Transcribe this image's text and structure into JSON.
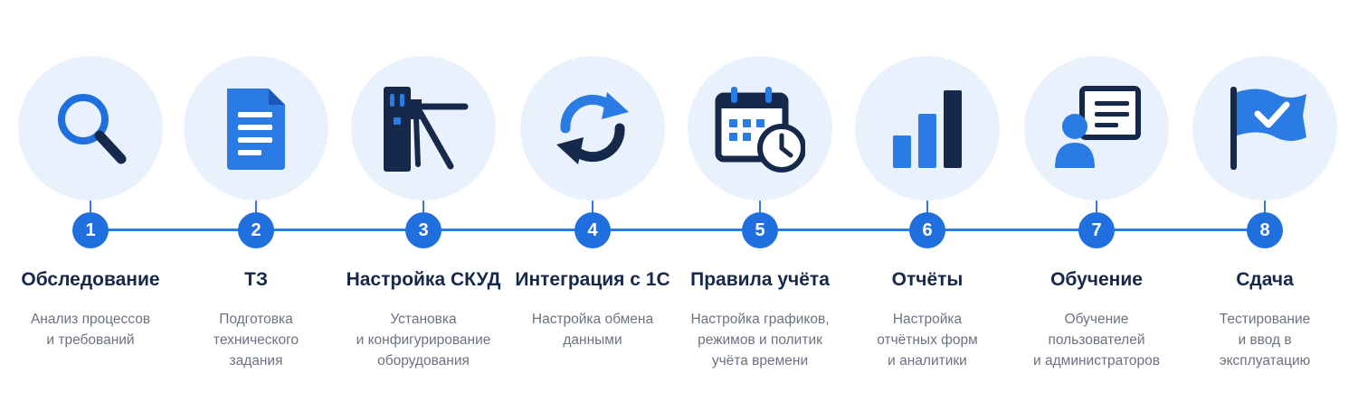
{
  "colors": {
    "accent": "#1f6fde",
    "dark": "#16294a",
    "circle_bg": "#e9f2fc",
    "muted_text": "#6b7280"
  },
  "steps": [
    {
      "number": "1",
      "title": "Обследование",
      "desc": [
        "Анализ процессов",
        "и требований"
      ],
      "icon": "search-icon"
    },
    {
      "number": "2",
      "title": "ТЗ",
      "desc": [
        "Подготовка",
        "технического",
        "задания"
      ],
      "icon": "document-icon"
    },
    {
      "number": "3",
      "title": "Настройка СКУД",
      "desc": [
        "Установка",
        "и конфигурирование",
        "оборудования"
      ],
      "icon": "turnstile-icon"
    },
    {
      "number": "4",
      "title": "Интеграция с 1С",
      "desc": [
        "Настройка обмена",
        "данными"
      ],
      "icon": "sync-icon"
    },
    {
      "number": "5",
      "title": "Правила учёта",
      "desc": [
        "Настройка графиков,",
        "режимов и политик",
        "учёта времени"
      ],
      "icon": "calendar-clock-icon"
    },
    {
      "number": "6",
      "title": "Отчёты",
      "desc": [
        "Настройка",
        "отчётных форм",
        "и аналитики"
      ],
      "icon": "bar-chart-icon"
    },
    {
      "number": "7",
      "title": "Обучение",
      "desc": [
        "Обучение",
        "пользователей",
        "и администраторов"
      ],
      "icon": "presentation-icon"
    },
    {
      "number": "8",
      "title": "Сдача",
      "desc": [
        "Тестирование",
        "и ввод в",
        "эксплуатацию"
      ],
      "icon": "flag-check-icon"
    }
  ]
}
